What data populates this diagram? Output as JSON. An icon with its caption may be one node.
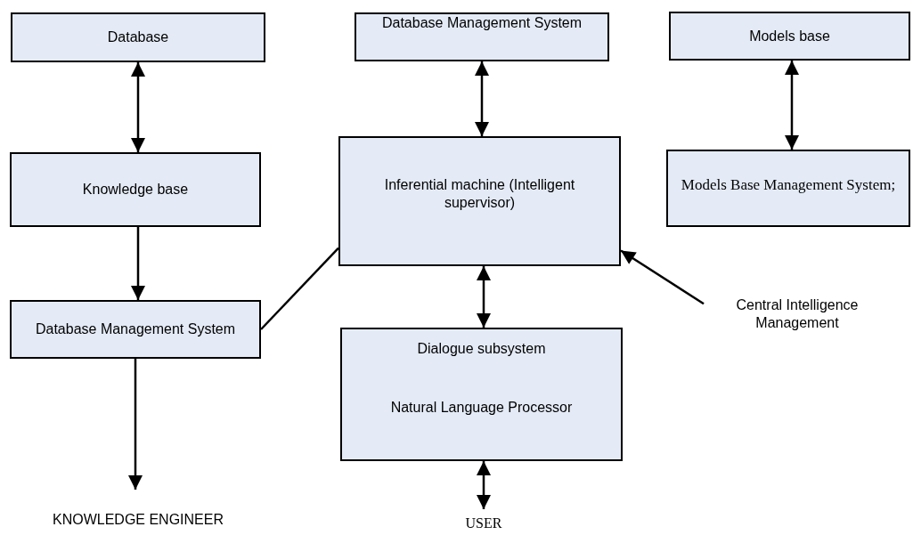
{
  "diagram": {
    "nodes": [
      {
        "text": [
          "Database"
        ]
      },
      {
        "text": [
          "Knowledge base"
        ]
      },
      {
        "text": [
          "Database Management System"
        ]
      },
      {
        "text": [
          "KNOWLEDGE ENGINEER"
        ]
      },
      {
        "text": [
          "Database Management System"
        ]
      },
      {
        "text": [
          "Inferential machine (Intelligent supervisor)"
        ]
      },
      {
        "text": [
          "Dialogue subsystem",
          "Natural Language Processor"
        ]
      },
      {
        "text": [
          "USER"
        ]
      },
      {
        "text": [
          "Models base"
        ]
      },
      {
        "text": [
          "Models Base Management System;"
        ]
      },
      {
        "text": [
          "Central Intelligence Management"
        ]
      }
    ],
    "edges": [
      {
        "from": 0,
        "to": 1,
        "arrow": "both"
      },
      {
        "from": 1,
        "to": 2,
        "arrow": "to"
      },
      {
        "from": 2,
        "to": 5,
        "arrow": "none"
      },
      {
        "from": 2,
        "to": 3,
        "arrow": "to"
      },
      {
        "from": 4,
        "to": 5,
        "arrow": "both"
      },
      {
        "from": 5,
        "to": 6,
        "arrow": "both"
      },
      {
        "from": 6,
        "to": 7,
        "arrow": "both"
      },
      {
        "from": 8,
        "to": 9,
        "arrow": "both"
      },
      {
        "from": 10,
        "to": 5,
        "arrow": "to"
      }
    ]
  }
}
